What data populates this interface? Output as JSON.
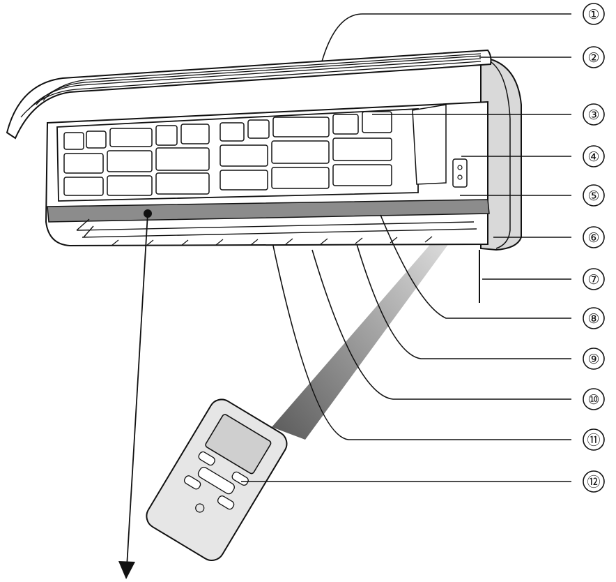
{
  "colors": {
    "line": "#111111",
    "body_fill": "#ffffff",
    "side_panel_fill": "#d9d9d9",
    "indicator_strip_fill": "#8c8c8c",
    "beam_start": "#5a5a5a",
    "beam_end": "#f2f2f2",
    "remote_fill": "#e6e6e6",
    "remote_screen_fill": "#cfcfcf"
  },
  "icons": {
    "indoor_unit": "air-conditioner-indoor-unit",
    "remote": "remote-control",
    "beam": "infrared-signal-beam"
  },
  "callouts": [
    {
      "id": 1,
      "label": "①"
    },
    {
      "id": 2,
      "label": "②"
    },
    {
      "id": 3,
      "label": "③"
    },
    {
      "id": 4,
      "label": "④"
    },
    {
      "id": 5,
      "label": "⑤"
    },
    {
      "id": 6,
      "label": "⑥"
    },
    {
      "id": 7,
      "label": "⑦"
    },
    {
      "id": 8,
      "label": "⑧"
    },
    {
      "id": 9,
      "label": "⑨"
    },
    {
      "id": 10,
      "label": "⑩"
    },
    {
      "id": 11,
      "label": "⑪"
    },
    {
      "id": 12,
      "label": "⑫"
    }
  ]
}
